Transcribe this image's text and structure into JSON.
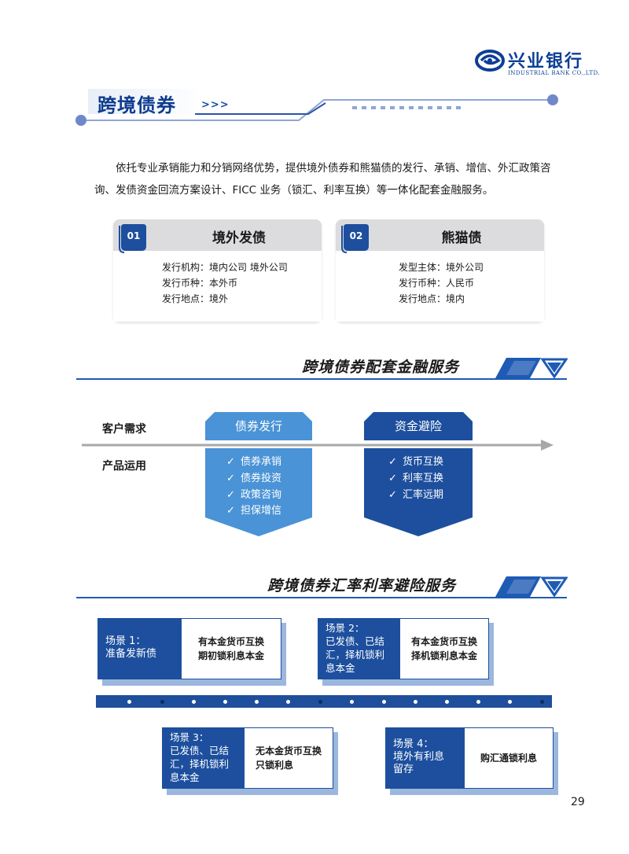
{
  "logo": {
    "name": "兴业银行",
    "english": "INDUSTRIAL BANK CO.,LTD."
  },
  "header": {
    "title": "跨境债券",
    "arrows": ">>>"
  },
  "intro": "依托专业承销能力和分销网络优势，提供境外债券和熊猫债的发行、承销、增信、外汇政策咨询、发债资金回流方案设计、FICC 业务（锁汇、利率互换）等一体化配套金融服务。",
  "cards": [
    {
      "num": "01",
      "title": "境外发债",
      "lines": [
        "发行机构：境内公司  境外公司",
        "发行币种：本外币",
        "发行地点：境外"
      ]
    },
    {
      "num": "02",
      "title": "熊猫债",
      "lines": [
        "发型主体：境外公司",
        "发行币种：人民币",
        "发行地点：境内"
      ]
    }
  ],
  "section1": {
    "title": "跨境债券配套金融服务",
    "row_demand": "客户需求",
    "row_product": "产品运用",
    "left": {
      "title": "债券发行",
      "items": [
        "债券承销",
        "债券投资",
        "政策咨询",
        "担保增信"
      ]
    },
    "right": {
      "title": "资金避险",
      "items": [
        "货币互换",
        "利率互换",
        "汇率远期"
      ]
    },
    "check_mark": "✓"
  },
  "section2": {
    "title": "跨境债券汇率利率避险服务",
    "scenes": [
      {
        "label": "场景 1：\n准备发新债",
        "desc": "有本金货币互换\n期初锁利息本金"
      },
      {
        "label": "场景 2：\n已发债、已结\n汇，择机锁利\n息本金",
        "desc": "有本金货币互换\n择机锁利息本金"
      },
      {
        "label": "场景 3：\n已发债、已结\n汇，择机锁利\n息本金",
        "desc": "无本金货币互换\n只锁利息"
      },
      {
        "label": "场景 4：\n境外有利息\n留存",
        "desc": "购汇通锁利息"
      }
    ]
  },
  "page_number": "29",
  "colors": {
    "brand_blue": "#0b3f95",
    "accent_blue": "#1e5bb5",
    "light_blue": "#4a93d6",
    "dark_blue": "#1d4f9e"
  }
}
